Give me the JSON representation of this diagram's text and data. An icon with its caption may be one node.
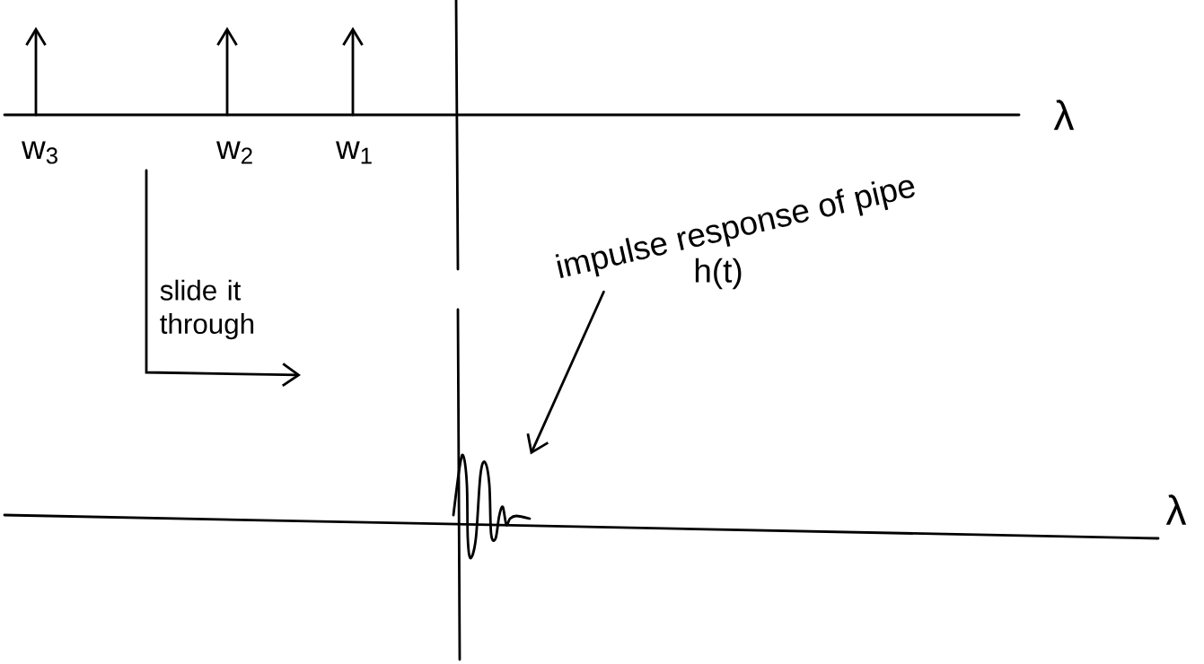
{
  "diagram": {
    "nodes": [
      {
        "text": [
          "impulse response of pipe",
          "h(t)"
        ]
      },
      {
        "text": [],
        "shape": "picture"
      }
    ],
    "edges": [
      {
        "from": 0,
        "to": 1,
        "arrow": "to"
      }
    ],
    "labels": [
      "λ",
      "w$_{3}$",
      "w$_{2}$",
      "w$_{1}$",
      "slide it through",
      "λ"
    ]
  }
}
